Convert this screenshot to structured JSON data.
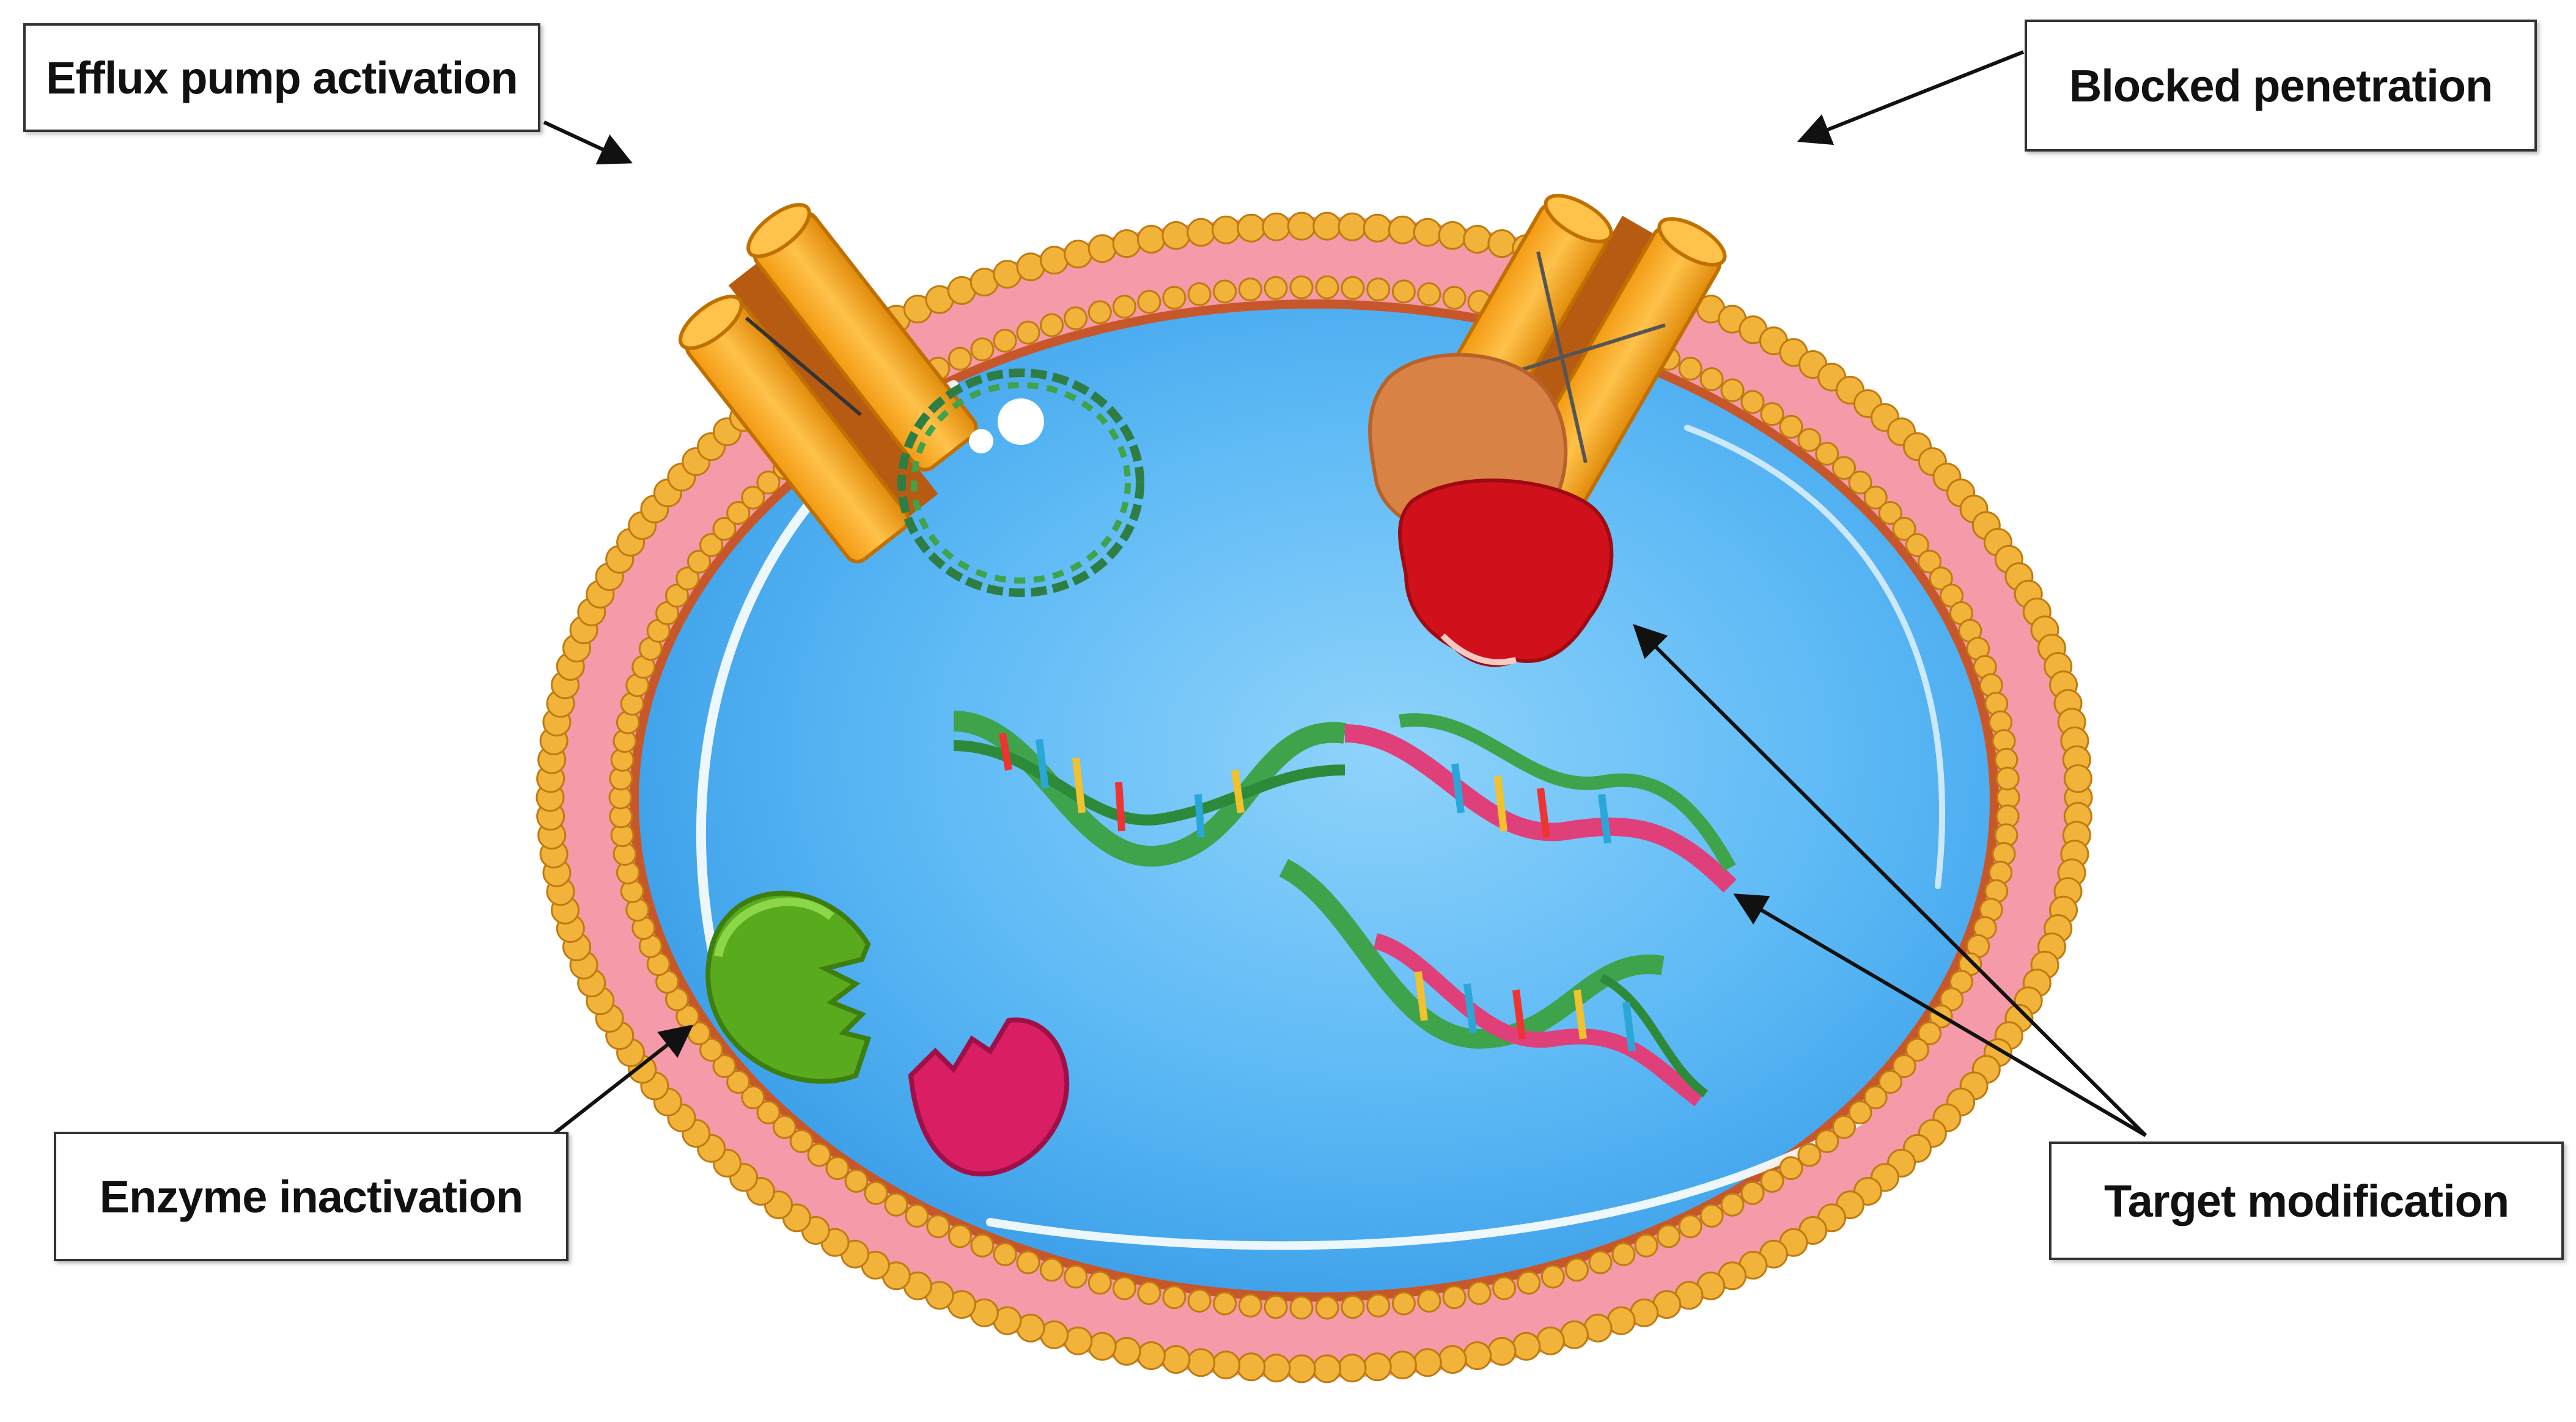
{
  "labels": {
    "efflux": "Efflux pump activation",
    "blocked": "Blocked penetration",
    "enzyme": "Enzyme inactivation",
    "target": "Target modification"
  },
  "colors": {
    "cytoplasm": "#5bb8f5",
    "membrane_head": "#f2b33a",
    "membrane_tail": "#f49aa8",
    "channel": "#f7a81b",
    "channel_core": "#b85b12",
    "enzyme": "#5aaa1e",
    "enzyme_fragment": "#d91e63",
    "protein_top": "#d98245",
    "protein_bottom": "#d0101a",
    "dna_green": "#3ea34a",
    "dna_pink": "#e0407a",
    "plasmid": "#2e7d45"
  }
}
